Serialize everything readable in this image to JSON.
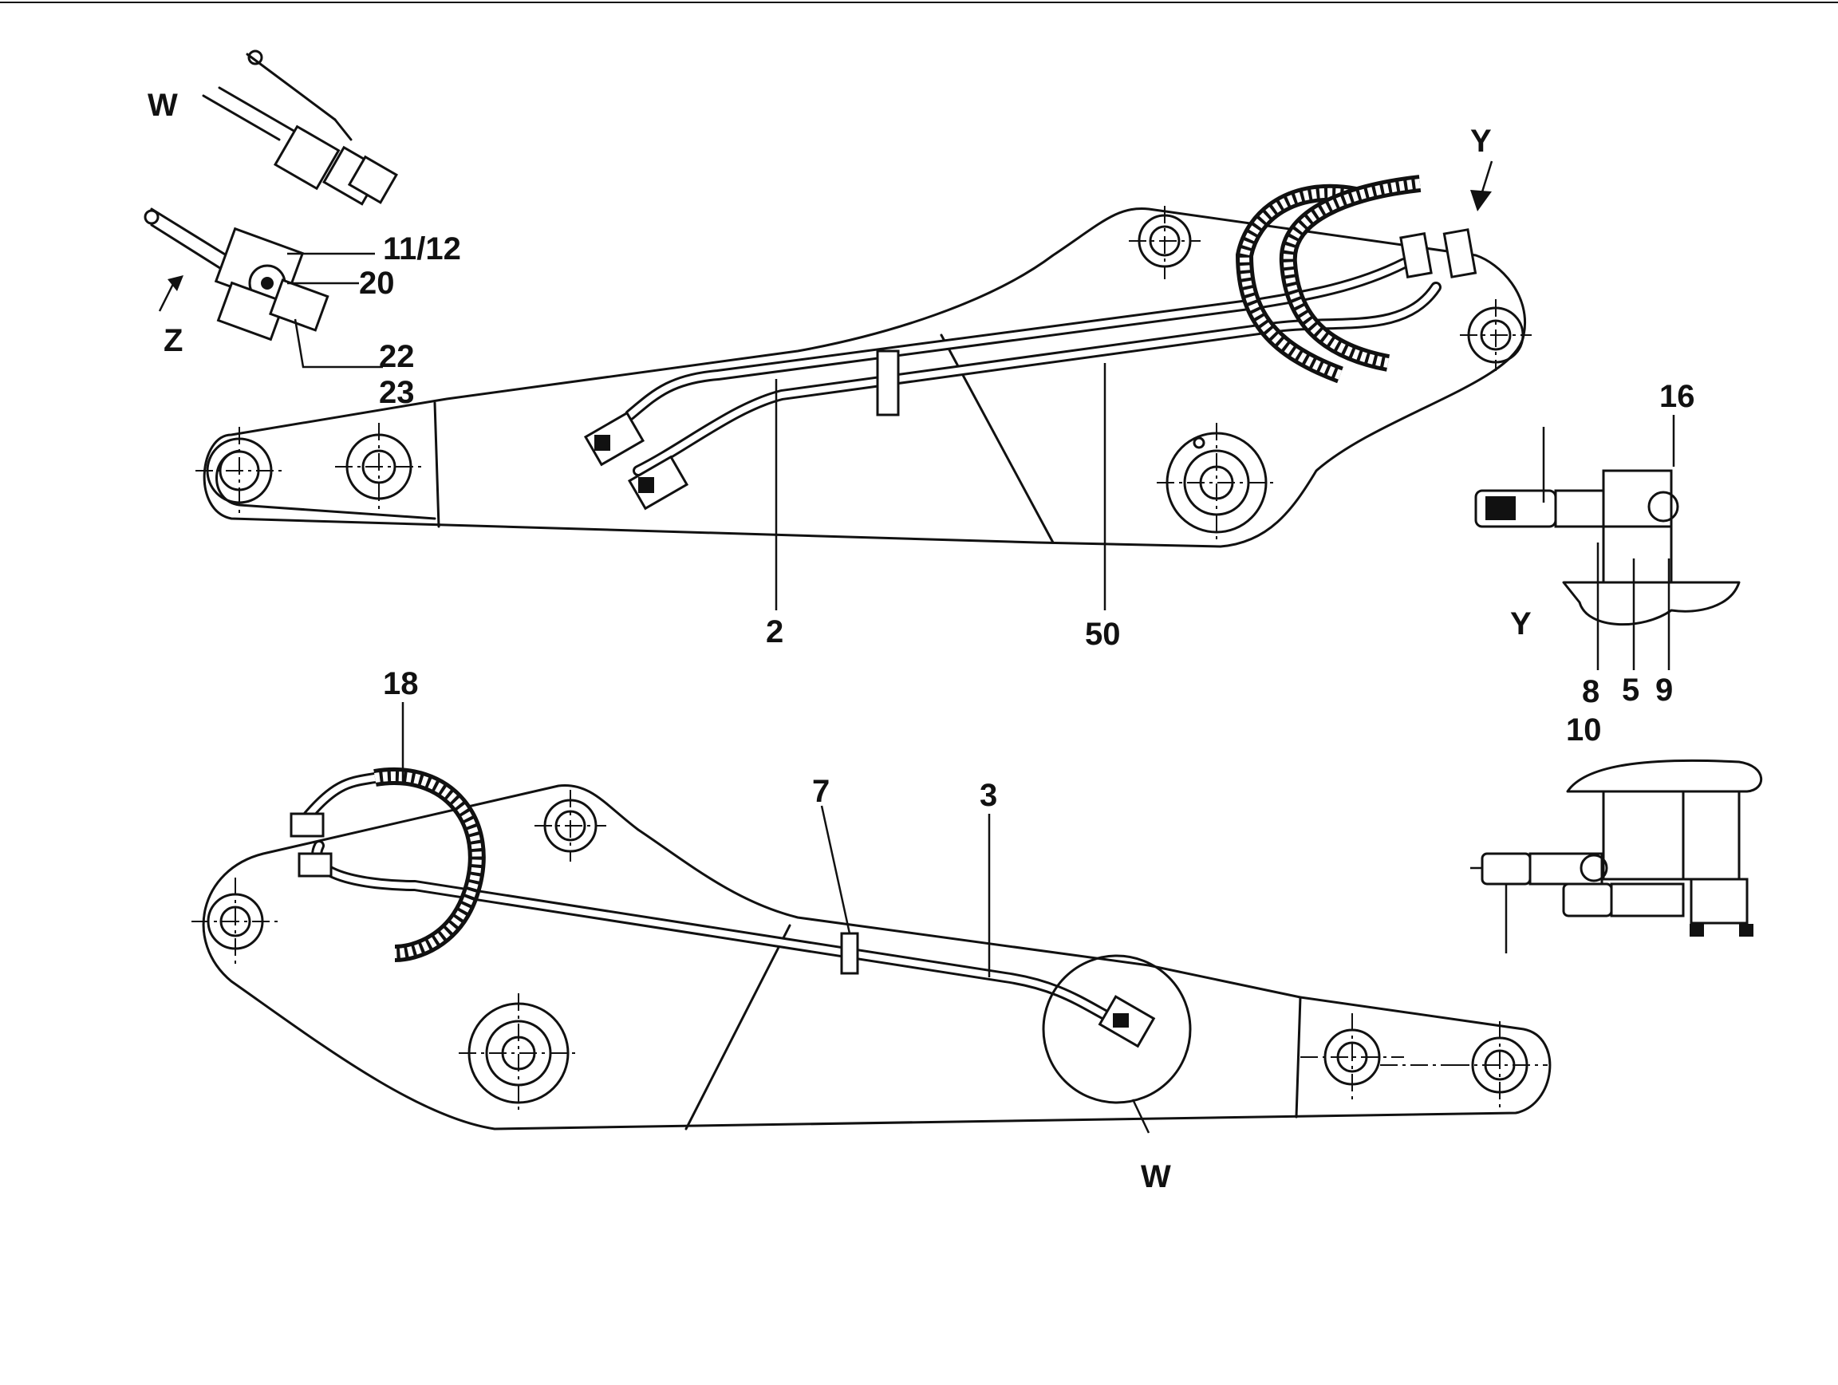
{
  "callouts": {
    "view_w_top": "W",
    "label_11_12": "11/12",
    "label_20": "20",
    "view_z": "Z",
    "label_22": "22",
    "label_23": "23",
    "view_y_arrow": "Y",
    "label_16": "16",
    "view_y_detail": "Y",
    "label_8": "8",
    "label_5": "5",
    "label_9": "9",
    "label_10": "10",
    "label_2": "2",
    "label_50": "50",
    "label_18": "18",
    "label_7": "7",
    "label_3": "3",
    "view_w_bottom": "W"
  }
}
